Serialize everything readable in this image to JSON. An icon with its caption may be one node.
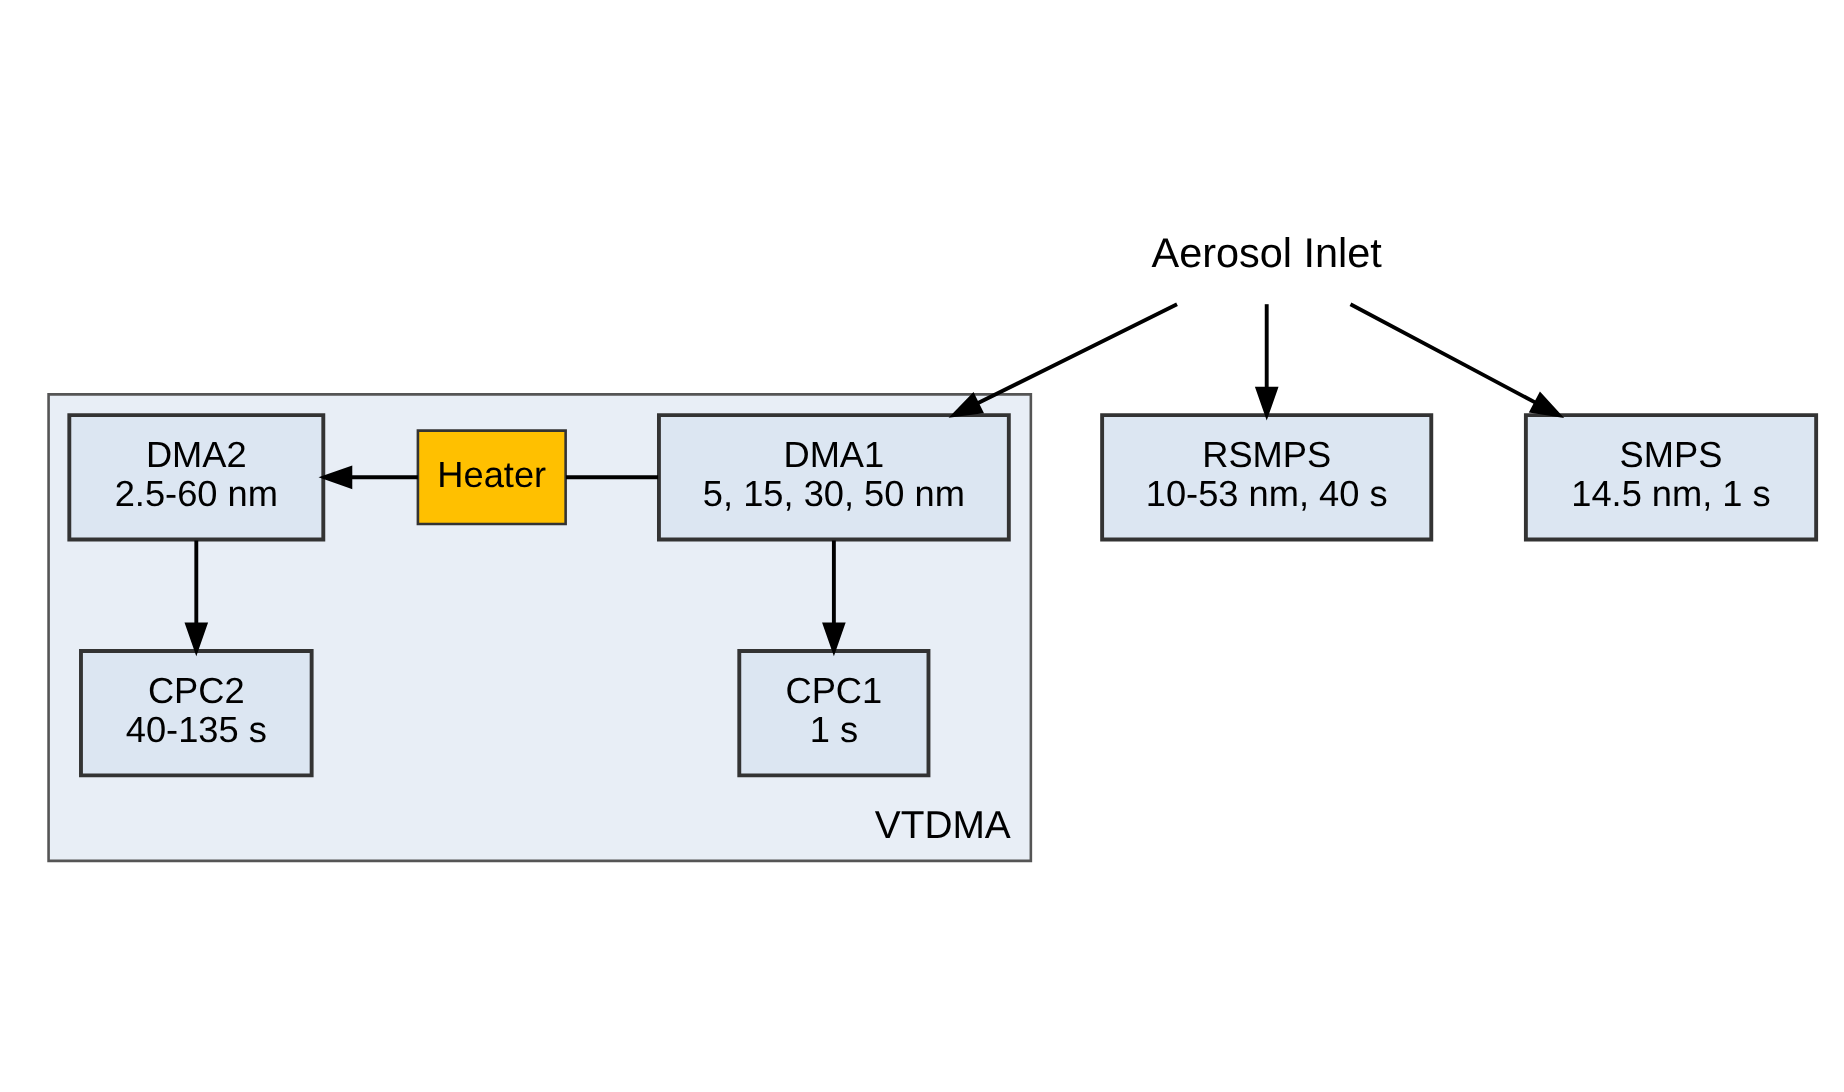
{
  "diagram": {
    "nodes": [
      {
        "text": [
          "Aerosol Inlet"
        ]
      },
      {
        "text": [
          "VTDMA"
        ]
      },
      {
        "text": [
          "Heater"
        ],
        "in": 1
      },
      {
        "text": [
          "DMA2",
          "2.5-60 nm"
        ],
        "in": 1
      },
      {
        "text": [
          "DMA1",
          "5, 15, 30, 50 nm"
        ],
        "in": 1
      },
      {
        "text": [
          "CPC2",
          "40-135 s"
        ],
        "in": 1
      },
      {
        "text": [
          "CPC1",
          "1 s"
        ],
        "in": 1
      },
      {
        "text": [
          "RSMPS",
          "10-53 nm, 40 s"
        ]
      },
      {
        "text": [
          "SMPS",
          "14.5 nm, 1 s"
        ]
      }
    ],
    "edges": [
      {
        "from": 0,
        "to": 7,
        "arrow": "to"
      },
      {
        "from": 0,
        "to": 4,
        "arrow": "to"
      },
      {
        "from": 0,
        "to": 8,
        "arrow": "to"
      },
      {
        "from": 4,
        "to": 2,
        "arrow": "none"
      },
      {
        "from": 2,
        "to": 3,
        "arrow": "to"
      },
      {
        "from": 4,
        "to": 6,
        "arrow": "to"
      },
      {
        "from": 3,
        "to": 5,
        "arrow": "to"
      }
    ]
  }
}
